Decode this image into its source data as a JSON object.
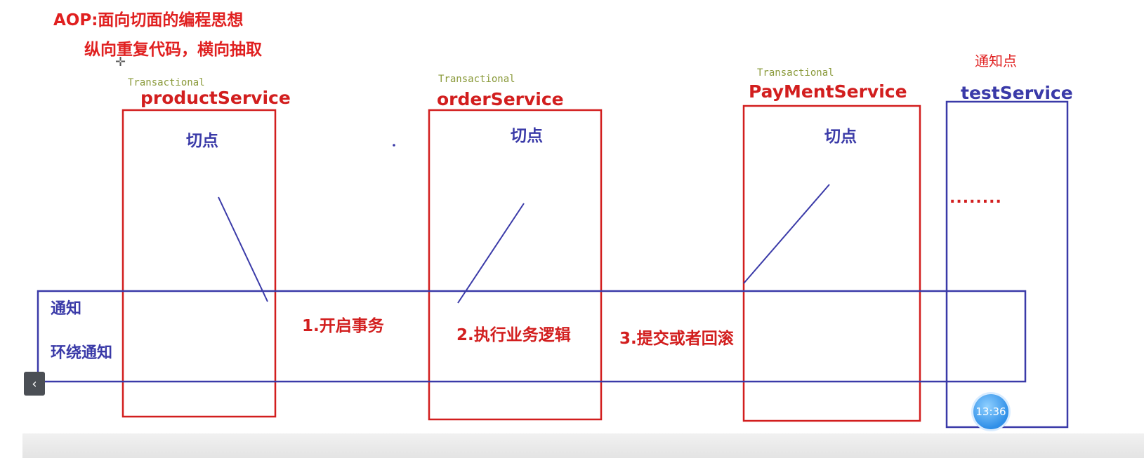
{
  "title": {
    "line1": "AOP:面向切面的编程思想",
    "line2": "纵向重复代码，横向抽取"
  },
  "notification_point_label": "通知点",
  "services": [
    {
      "annotation": "Transactional",
      "name": "productService",
      "pointcut": "切点"
    },
    {
      "annotation": "Transactional",
      "name": "orderService",
      "pointcut": "切点"
    },
    {
      "annotation": "Transactional",
      "name": "PayMentService",
      "pointcut": "切点"
    },
    {
      "annotation": "",
      "name": "testService",
      "pointcut": ""
    }
  ],
  "ellipsis": "........",
  "advice_band": {
    "label1": "通知",
    "label2": "环绕通知"
  },
  "steps": [
    "1.开启事务",
    "2.执行业务逻辑",
    "3.提交或者回滚"
  ],
  "player": {
    "timestamp": "13:36",
    "prev_icon": "chevron-left-icon"
  },
  "colors": {
    "red": "#d21e1e",
    "blue": "#3a3aa8"
  }
}
